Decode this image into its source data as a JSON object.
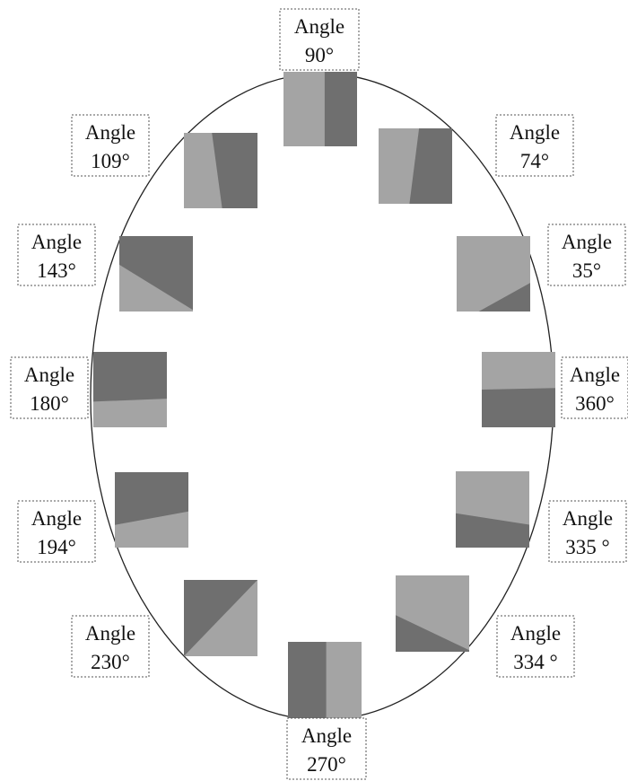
{
  "patches": [
    {
      "line1": "Angle",
      "line2": "90°"
    },
    {
      "line1": "Angle",
      "line2": "74°"
    },
    {
      "line1": "Angle",
      "line2": "35°"
    },
    {
      "line1": "Angle",
      "line2": "360°"
    },
    {
      "line1": "Angle",
      "line2": "335 °"
    },
    {
      "line1": "Angle",
      "line2": "334 °"
    },
    {
      "line1": "Angle",
      "line2": "270°"
    },
    {
      "line1": "Angle",
      "line2": "230°"
    },
    {
      "line1": "Angle",
      "line2": "194°"
    },
    {
      "line1": "Angle",
      "line2": "180°"
    },
    {
      "line1": "Angle",
      "line2": "143°"
    },
    {
      "line1": "Angle",
      "line2": "109°"
    }
  ],
  "colors": {
    "light_region": "#a4a4a4",
    "dark_region": "#6f6f6f",
    "ellipse_stroke": "#222222"
  }
}
